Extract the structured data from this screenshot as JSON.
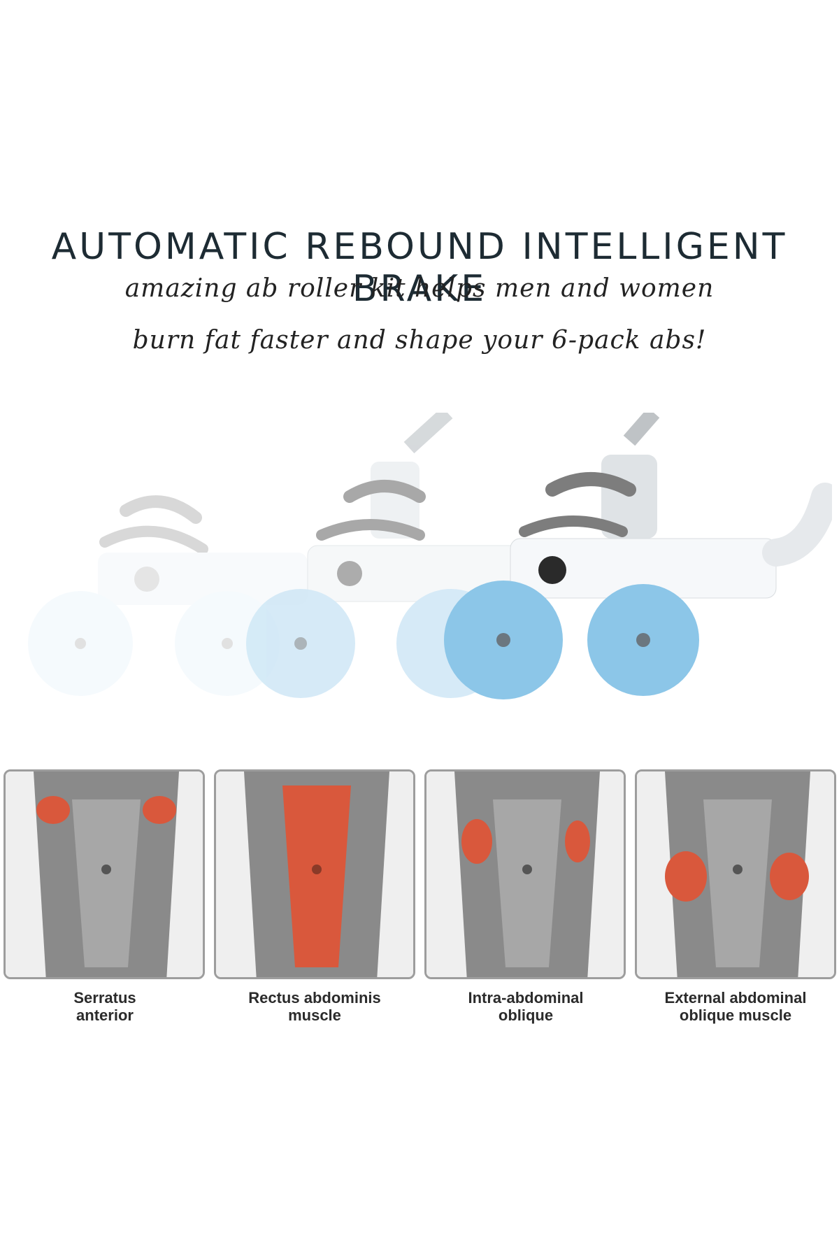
{
  "header": {
    "title": "AUTOMATIC REBOUND INTELLIGENT BRAKE",
    "tagline_line1": "amazing ab roller kit helps men and women",
    "tagline_line2": "burn fat faster and shape your 6-pack abs!"
  },
  "product": {
    "icon": "ab-roller-wheel-icon",
    "colors": {
      "wheel_faint": "#e8f3fb",
      "wheel_mid": "#bfe0f3",
      "wheel_full": "#7fbfe3",
      "frame": "#f4f6f8",
      "pad": "#8a8a8a"
    }
  },
  "muscles": [
    {
      "label_line1": "Serratus",
      "label_line2": "anterior",
      "highlight": "serratus",
      "icon": "torso-muscle-icon"
    },
    {
      "label_line1": "Rectus abdominis",
      "label_line2": "muscle",
      "highlight": "rectus",
      "icon": "torso-muscle-icon"
    },
    {
      "label_line1": "Intra-abdominal",
      "label_line2": "oblique",
      "highlight": "internal-oblique",
      "icon": "torso-muscle-icon"
    },
    {
      "label_line1": "External abdominal",
      "label_line2": "oblique muscle",
      "highlight": "external-oblique",
      "icon": "torso-muscle-icon"
    }
  ],
  "colors": {
    "muscle_highlight": "#d9583c",
    "muscle_grey": "#7a7a7a",
    "card_border": "#9d9d9d"
  }
}
